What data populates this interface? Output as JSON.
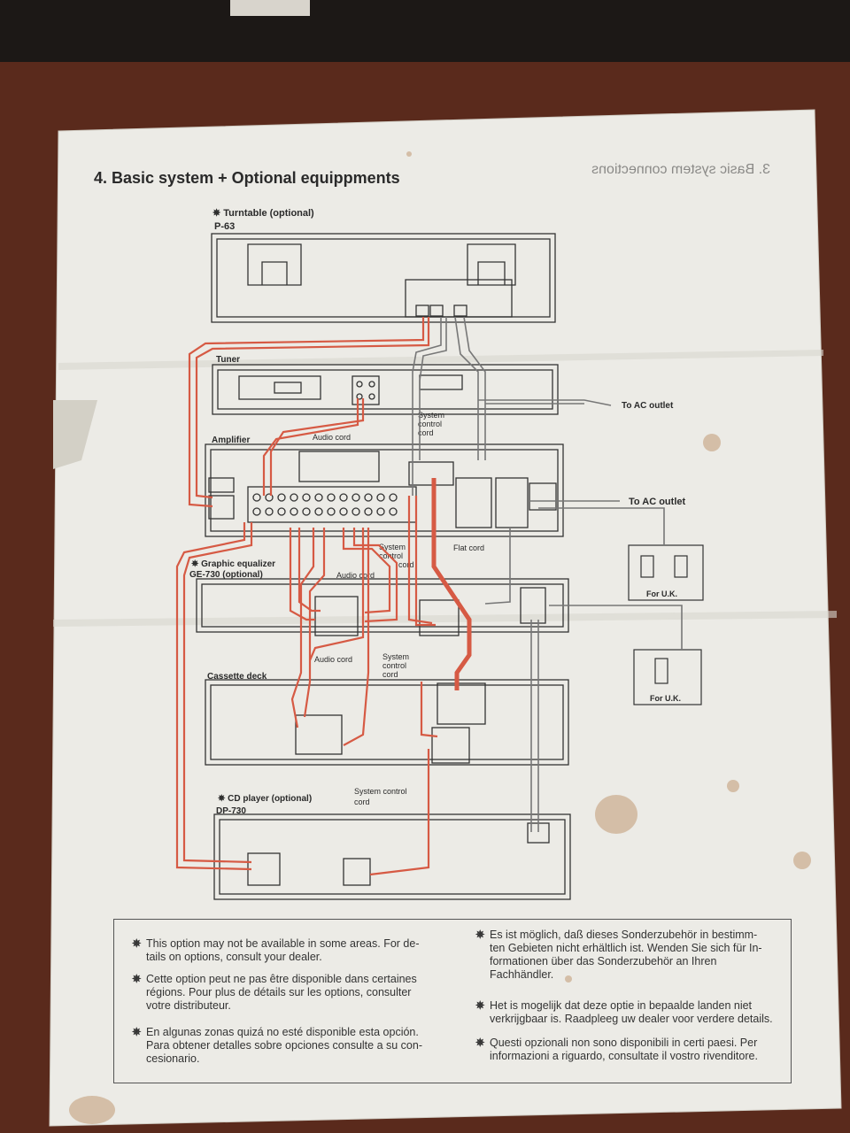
{
  "title": "4. Basic system + Optional equippments",
  "mirrored_bleed_title": "3. Basic system connections",
  "turntable": {
    "label": "✵ Turntable (optional)",
    "model": "P-63"
  },
  "tuner": {
    "label": "Tuner"
  },
  "amplifier": {
    "label": "Amplifier"
  },
  "graphic_eq": {
    "label": "✵ Graphic equalizer",
    "model": "GE-730 (optional)"
  },
  "cassette": {
    "label": "Cassette deck"
  },
  "cd_player": {
    "label": "✵ CD player (optional)",
    "model": "DP-730"
  },
  "cord_labels": {
    "audio_cord_1": "Audio cord",
    "audio_cord_2": "Audio cord",
    "audio_cord_3": "Audio cord",
    "system_control_1": [
      "System",
      "control",
      "cord"
    ],
    "system_control_2": [
      "System",
      "control",
      "cord"
    ],
    "system_control_3": [
      "System",
      "control",
      "cord"
    ],
    "system_control_4": [
      "System control",
      "cord"
    ],
    "flat_cord": "Flat cord"
  },
  "ac_outlet_1": "To AC outlet",
  "ac_outlet_2": "To AC outlet",
  "outlet_uk_1": "For U.K.",
  "outlet_uk_2": "For U.K.",
  "notes": {
    "en": "This option may not be available in some areas. For de-\ntails on options, consult your dealer.",
    "fr": "Cette option peut ne pas être disponible dans certaines\nrégions. Pour plus de détails sur les options, consulter\nvotre distributeur.",
    "es": "En algunas zonas quizá no esté disponible esta opción.\nPara obtener detalles sobre opciones consulte a su con-\ncesionario.",
    "de": "Es ist möglich, daß dieses Sonderzubehör in bestimm-\nten Gebieten nicht erhältlich ist. Wenden Sie sich für In-\nformationen über das Sonderzubehör an Ihren\nFachhändler.",
    "nl": "Het is mogelijk dat deze optie in bepaalde landen niet\nverkrijgbaar is. Raadpleeg uw dealer voor verdere details.",
    "it": "Questi opzionali non sono disponibili in certi paesi. Per\ninformazioni a riguardo, consultate il vostro rivenditore."
  },
  "bullet": "✵",
  "colors": {
    "paper": "#ecebe6",
    "ink": "#2a2a2a",
    "red_cord": "#d65a44",
    "table": "#5a2a1c"
  }
}
